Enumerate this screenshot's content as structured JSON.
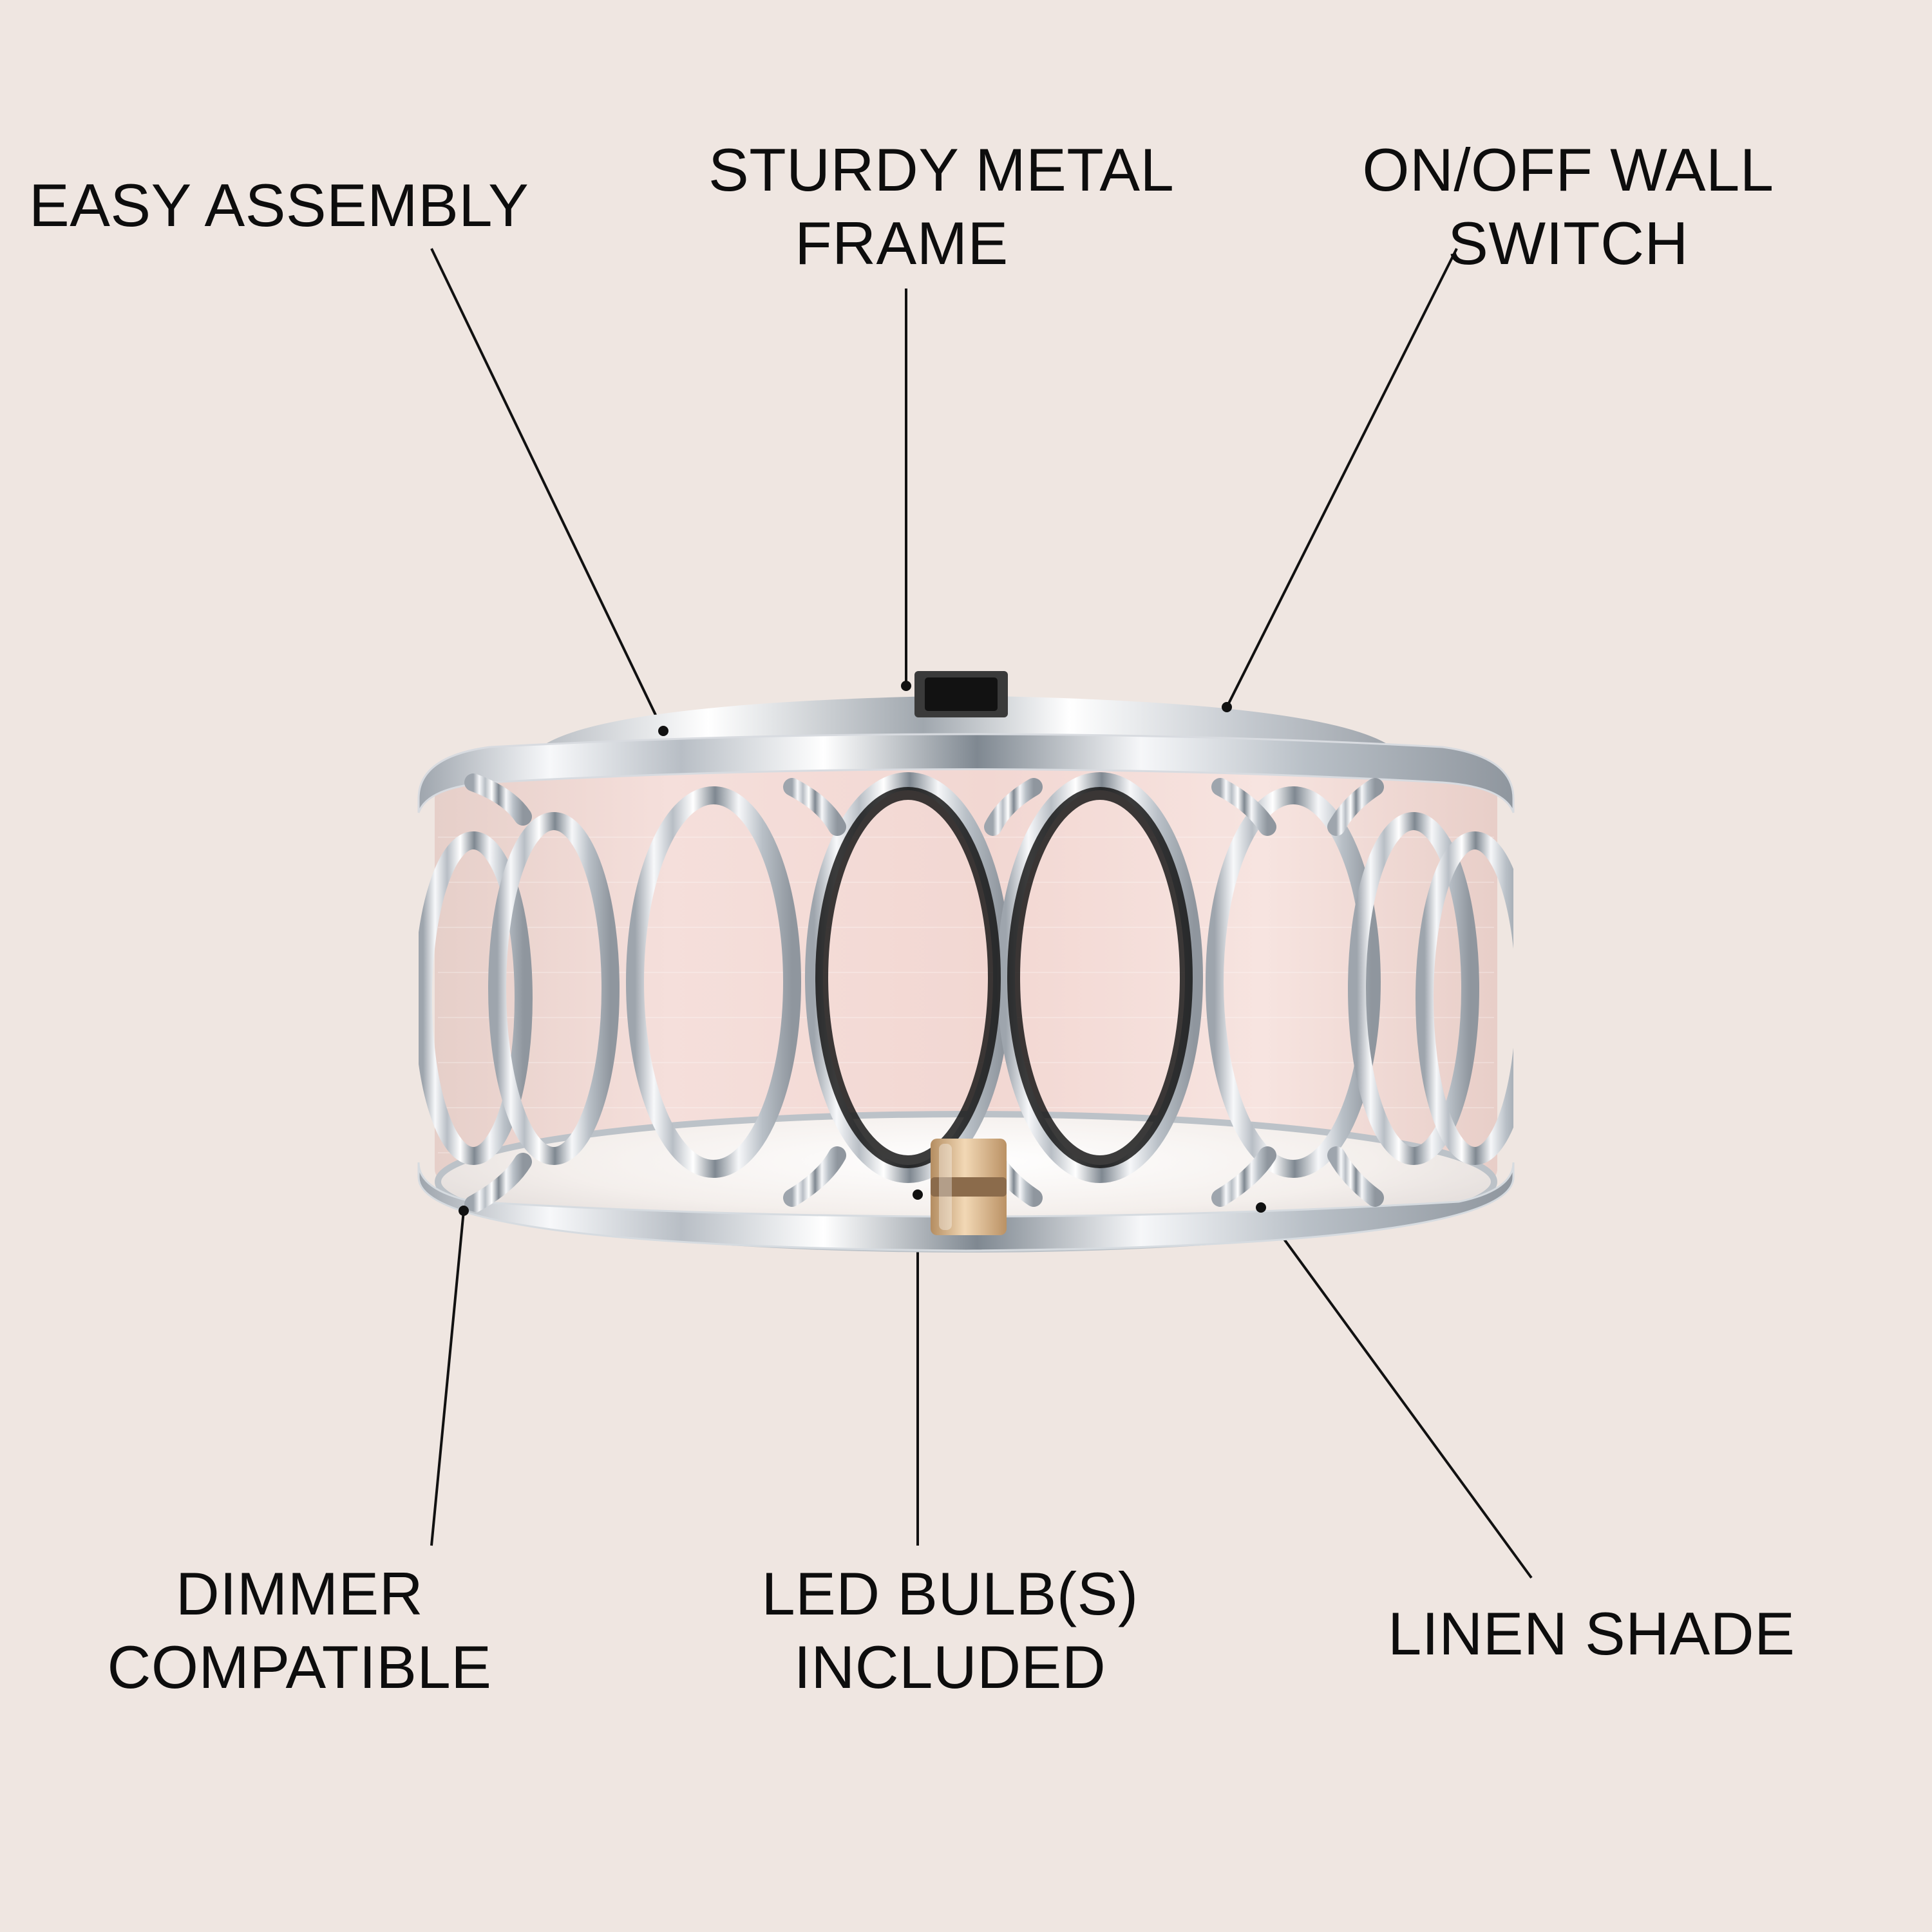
{
  "colors": {
    "background": "#efe6e1",
    "text": "#0d0d0d",
    "callout_line": "#111111",
    "chrome": "#c8ccd2",
    "linen": "#f1d7d2",
    "diffuser": "#f7f3ef",
    "brass": "#d6b07d"
  },
  "labels": {
    "easy_assembly": "EASY ASSEMBLY",
    "sturdy_metal_frame_line1": "STURDY METAL",
    "sturdy_metal_frame_line2": "FRAME",
    "on_off_wall_switch_line1": "ON/OFF WALL",
    "on_off_wall_switch_line2": "SWITCH",
    "dimmer_compatible_line1": "DIMMER",
    "dimmer_compatible_line2": "COMPATIBLE",
    "led_bulbs_included_line1": "LED BULB(S)",
    "led_bulbs_included_line2": "INCLUDED",
    "linen_shade": "LINEN SHADE"
  },
  "product": {
    "type": "flush-mount-drum-ceiling-light",
    "finish": "chrome",
    "shade": "linen",
    "diffuser": "frosted"
  }
}
